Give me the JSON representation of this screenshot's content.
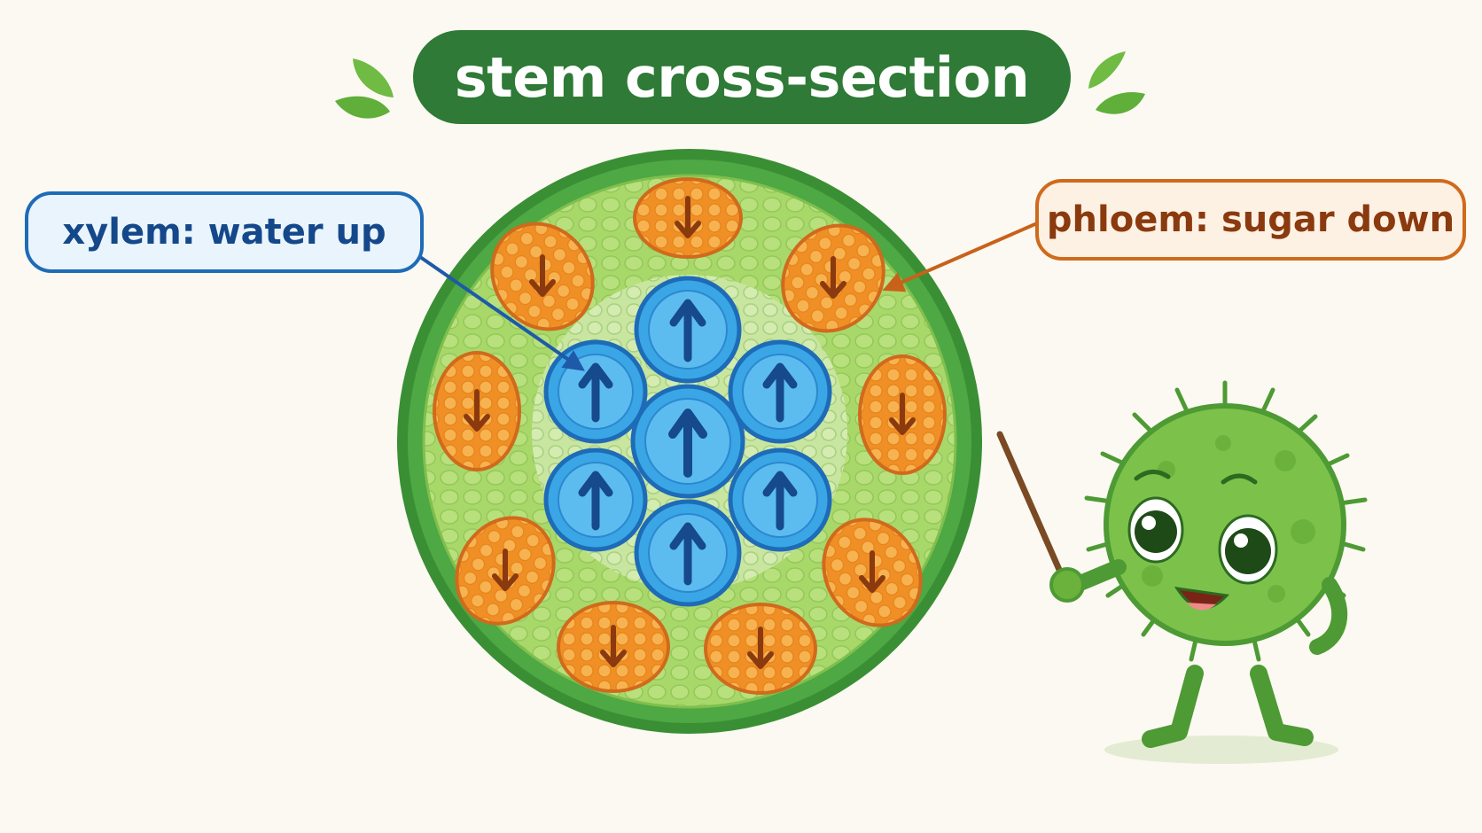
{
  "title": "stem cross-section",
  "labels": {
    "xylem": "xylem: water up",
    "phloem": "phloem: sugar down"
  },
  "colors": {
    "title_bg": "#2e7a36",
    "xylem": "#3aa6e6",
    "xylem_border": "#1e6bb8",
    "phloem": "#f29a2e",
    "phloem_border": "#d06a1c",
    "stem_outer": "#3f9a3a",
    "stem_inner": "#a9d86a",
    "mascot": "#7cc24a"
  },
  "icons": {
    "xylem_arrow": "arrow-up-icon",
    "phloem_arrow": "arrow-down-icon",
    "leaf": "leaf-icon"
  }
}
